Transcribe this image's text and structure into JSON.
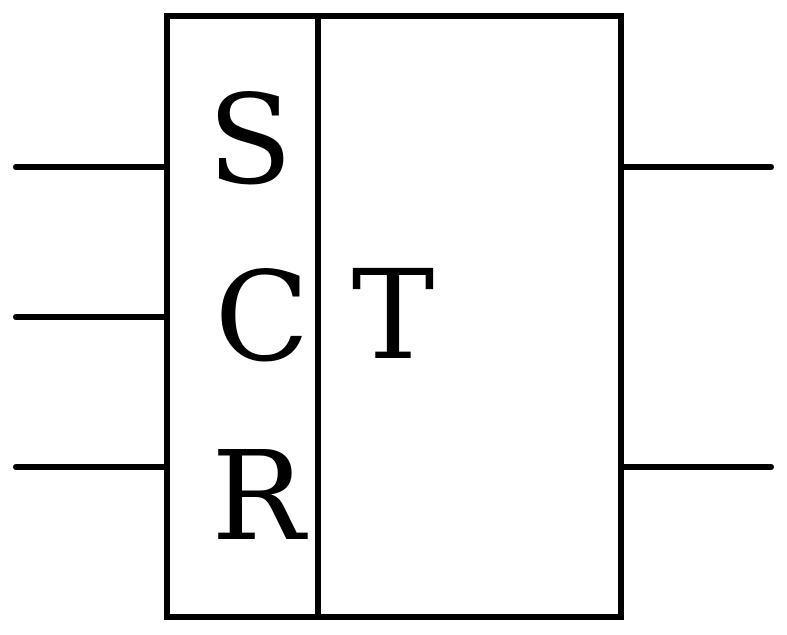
{
  "diagram": {
    "input_labels": {
      "set": "S",
      "clock": "C",
      "reset": "R"
    },
    "type_label": "T",
    "colors": {
      "stroke": "#000000",
      "background": "#ffffff"
    }
  }
}
